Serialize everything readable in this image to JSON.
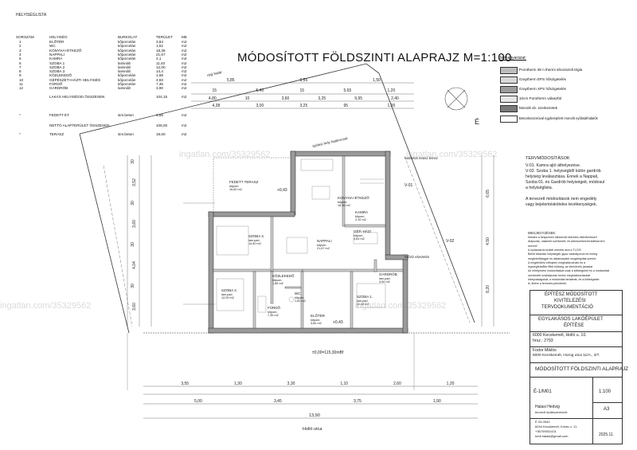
{
  "header": {
    "section_title": "HELYISÉGLISTA",
    "col_num": "SORSZÁM",
    "col_room": "HELYISÉG",
    "col_floor": "BURKOLAT",
    "col_area": "TERÜLET",
    "col_unit": "ME"
  },
  "rooms": [
    {
      "num": "1",
      "name": "ELŐTÉR",
      "floor": "kőporcelán",
      "area": "3,84",
      "unit": "m2"
    },
    {
      "num": "2",
      "name": "WC",
      "floor": "kőporcelán",
      "area": "1,52",
      "unit": "m2"
    },
    {
      "num": "3",
      "name": "KONYHA+ÉTKEZŐ",
      "floor": "kőporcelán",
      "area": "18,36",
      "unit": "m2"
    },
    {
      "num": "4",
      "name": "NAPPALI",
      "floor": "kőporcelán",
      "area": "21,67",
      "unit": "m2"
    },
    {
      "num": "5",
      "name": "KAMRA",
      "floor": "kőporcelán",
      "area": "2,1",
      "unit": "m2"
    },
    {
      "num": "6",
      "name": "SZOBA 1",
      "floor": "laminált",
      "area": "11,40",
      "unit": "m2"
    },
    {
      "num": "7",
      "name": "SZOBA 2",
      "floor": "laminált",
      "area": "12,00",
      "unit": "m2"
    },
    {
      "num": "8",
      "name": "SZOBA 3",
      "floor": "laminált",
      "area": "14,4",
      "unit": "m2"
    },
    {
      "num": "9",
      "name": "KÖZLEKEDŐ",
      "floor": "kőporcelán",
      "area": "1,68",
      "unit": "m2"
    },
    {
      "num": "10",
      "name": "GÉPÉSZET+HÁZTI HELYISÉG",
      "floor": "kőporcelán",
      "area": "4,83",
      "unit": "m2"
    },
    {
      "num": "11",
      "name": "FÜRDŐ",
      "floor": "kőporcelán",
      "area": "7,35",
      "unit": "m2"
    },
    {
      "num": "12",
      "name": "GARDRÓB",
      "floor": "laminált",
      "area": "3,90",
      "unit": "m2"
    }
  ],
  "totals": [
    {
      "label": "LAKÁS HELYISÉGEI ÖSSZESEN",
      "floor": "",
      "area": "104,15",
      "unit": "m2"
    },
    {
      "label": "FEDETT ÉT.",
      "floor": "sim.beton",
      "area": "3,85",
      "unit": "m2",
      "star": "*"
    },
    {
      "label": "NETTÓ ALAPTERÜLET ÖSSZESEN",
      "floor": "",
      "area": "108,00",
      "unit": "m2"
    },
    {
      "label": "TERASZ",
      "floor": "sim.beton",
      "area": "19,60",
      "unit": "m2",
      "star": "*"
    }
  ],
  "drawing_title": "MÓDOSÍTOTT FÖLDSZINTI ALAPRAJZ M=1:100",
  "legend": {
    "title": "Jelmagyarázat:",
    "items": [
      {
        "label": "Porotherm 38 n thermi síkcsiszolt tégla",
        "fill": "#bdbdbd"
      },
      {
        "label": "Graytherm EPS hőszigetelés",
        "fill": "#d8d8d8"
      },
      {
        "label": "Graytherm XPS hőszigetelés",
        "fill": "#9c9c9c"
      },
      {
        "label": "10cm Porotherm válaszfal",
        "fill": "#e6e6e6"
      },
      {
        "label": "Monolit vb. szerkezetek",
        "fill": "#7a7a7a"
      },
      {
        "label": "Betonkoszorúval egybeépített monolit nyílásáthidalók",
        "fill": "#ffffff"
      }
    ]
  },
  "modifications": {
    "title": "TERVMÓDOSÍTÁSOK",
    "lines": [
      "V-01. Kamra ajtó áthelyezése.",
      "V-02. Szoba 1. helyiségből külön gardrób",
      "helyiség leválasztása. Ennek a Nappali,",
      "Szoba 01. és Gardrób helyiségeit, módosul",
      "a helyiséglista.",
      "",
      "A tervezett módosítások nem engedély",
      "vagy bejelentésköteles tevékenységek."
    ]
  },
  "notes": {
    "title": "MEGJEGYZÉSEK:",
    "lines": [
      "Minden a helyszínen kitűzendő előzetes ellenőrzéssel!",
      "Alapozás, valamint szerkezeti, és tartószerkezeti statikai terv",
      "szerint!",
      "A nyílászárók kiviteli méretei arra a TLOS!",
      "Belső falazású helyiségek gipsz szabályozva és meleg",
      "megfelelőséggel és alkalmasabb megállapítás szerint.",
      "A megtérülési előnyben meghatározható és a",
      "legmegfelelőbb főbb költség, az ellenőrzés javaslat",
      "Az elhelyezési módosításkat csak a költségeket és a módosítást",
      "szerkezeti szabályozás fontos meghatározásokat",
      "hiányosságokat, a módosítás tartalmát, és a költségeket",
      "is, illetve a tervezés jelentését."
    ]
  },
  "title_block": {
    "phase_1": "ÉPÍTÉSZ MÓDOSÍTOTT",
    "phase_2": "KIVITELEZÉSI",
    "phase_3": "TERVDOKUMENTÁCIÓ",
    "project_1": "EGYLAKÁSOS LAKÓÉPÜLET",
    "project_2": "ÉPÍTÉSE",
    "site_1": "6000 Kecskemét, Holló u. 10.",
    "site_2": "hrsz.: 2793",
    "owner_1": "Fodor Miklós",
    "owner_2": "6000 Kecskemét, Horog utca 11/A., 3/7.",
    "sheet_title": "MÓDOSÍTOTT FÖLDSZINTI ALAPRAJZ",
    "sheet_no": "É-1/M01",
    "scale": "1:100",
    "paper": "A3",
    "date": "2025.11.",
    "designer_1": "Halasi Hedvig",
    "designer_2": "tervező építészmérnök",
    "designer_3": "É 03-0540",
    "designer_4": "6044 Kecskemét, Kórás u. 11.",
    "designer_5": "+36709531431",
    "designer_6": "hedi.halasi@gmail.com"
  },
  "plan": {
    "rooms": [
      {
        "name": "FEDETT TERASZ",
        "info": "kőpom.",
        "area": "16,80 m2"
      },
      {
        "name": "KONYHA+ÉTKEZŐ",
        "info": "kőpom.",
        "area": "18,36 m2"
      },
      {
        "name": "KAMRA",
        "info": "kőpom.",
        "area": "2,10 m2"
      },
      {
        "name": "GÉP.-HÁZI",
        "info": "kőpom.",
        "area": "4,83 m2"
      },
      {
        "name": "NAPPALI",
        "info": "kőpom.",
        "area": "21,67 m2"
      },
      {
        "name": "SZOBA 3.",
        "info": "lam.pad.",
        "area": "14,40 m2"
      },
      {
        "name": "KÖZLEKEDŐ",
        "info": "kőpom.",
        "area": "1,68 m2"
      },
      {
        "name": "GARDRÓB",
        "info": "lam.pad.",
        "area": "3,90 m2"
      },
      {
        "name": "SZOBA 2.",
        "info": "lam.pad.",
        "area": "12,00 m2"
      },
      {
        "name": "FÜRDŐ",
        "info": "kőpom.",
        "area": "7,35 m2"
      },
      {
        "name": "WC",
        "info": "kőpom.",
        "area": "1,52 m2"
      },
      {
        "name": "ELŐTÉR",
        "info": "kőpom.",
        "area": "3,84 m2"
      },
      {
        "name": "SZOBA 1.",
        "info": "lam.pad.",
        "area": "11,40 m2"
      }
    ],
    "street": "Holló utca",
    "elevation": "±0,00=115,30mBf",
    "level_mark": "+0,43",
    "mod_tag_1": "V-01",
    "mod_tag_2": "V-02",
    "north": "É",
    "fence_label": "régi határ",
    "callout_1": "építési hely határvonal",
    "callout_2": "vasbeton terasz lemez",
    "callout_3": "esővíz elvezetés",
    "top_dims_1": [
      "5,85",
      "6,55",
      "1,50"
    ],
    "top_dims_2": [
      "15",
      "5,40",
      "15",
      "5,65",
      "1,20"
    ],
    "top_dims_3": [
      "4,80",
      "10",
      "3,60",
      "3,25",
      "9,95",
      "2,40"
    ],
    "top_dims_4": [
      "4,38",
      "3,00",
      "3,25",
      "95",
      "1,00"
    ],
    "bottom_dims_1": [
      "3,55",
      "1,30",
      "3,30",
      "1,10",
      "2,60",
      "1,20"
    ],
    "bottom_dims_2": [
      "5,00",
      "3,45",
      "3,75",
      "1,90"
    ],
    "bottom_total": "13,90",
    "left_dims": [
      "30",
      "3,52",
      "30",
      "3,60",
      "30",
      "4,04",
      "30",
      "3,60"
    ],
    "right_dims": [
      "6,65",
      "4,50",
      "8,20"
    ]
  },
  "watermark": "ingatlan.com/35329562"
}
